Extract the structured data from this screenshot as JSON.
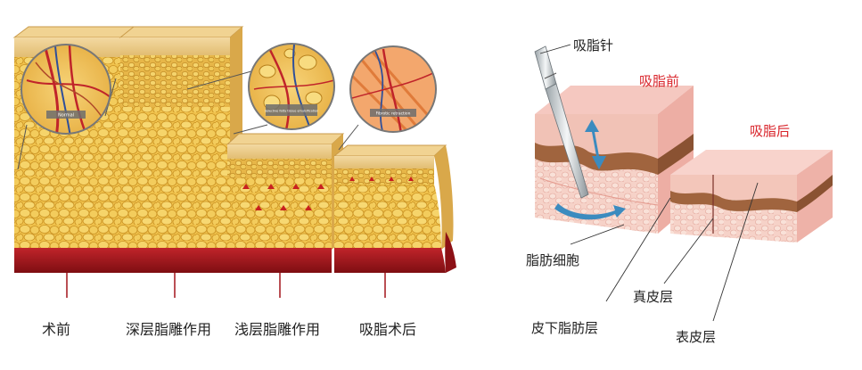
{
  "left_panel": {
    "stages": [
      "术前",
      "深层脂雕作用",
      "浅层脂雕作用",
      "吸脂术后"
    ],
    "zoom_labels": [
      "Normal",
      "Selective fatty tissue emulsification",
      "Fibrotic retraction"
    ]
  },
  "right_panel": {
    "needle_label": "吸脂针",
    "before_label": "吸脂前",
    "after_label": "吸脂后",
    "fat_cell_label": "脂肪细胞",
    "subcutaneous_label": "皮下脂肪层",
    "dermis_label": "真皮层",
    "epidermis_label": "表皮层"
  },
  "colors": {
    "skin_top": "#e8c98a",
    "fat": "#eec04a",
    "muscle": "#a3141b",
    "pink_skin": "#f3c9c4",
    "dermis_brown": "#9a5c3c",
    "arrow_blue": "#3b8bbf",
    "label_red": "#d9262c"
  }
}
